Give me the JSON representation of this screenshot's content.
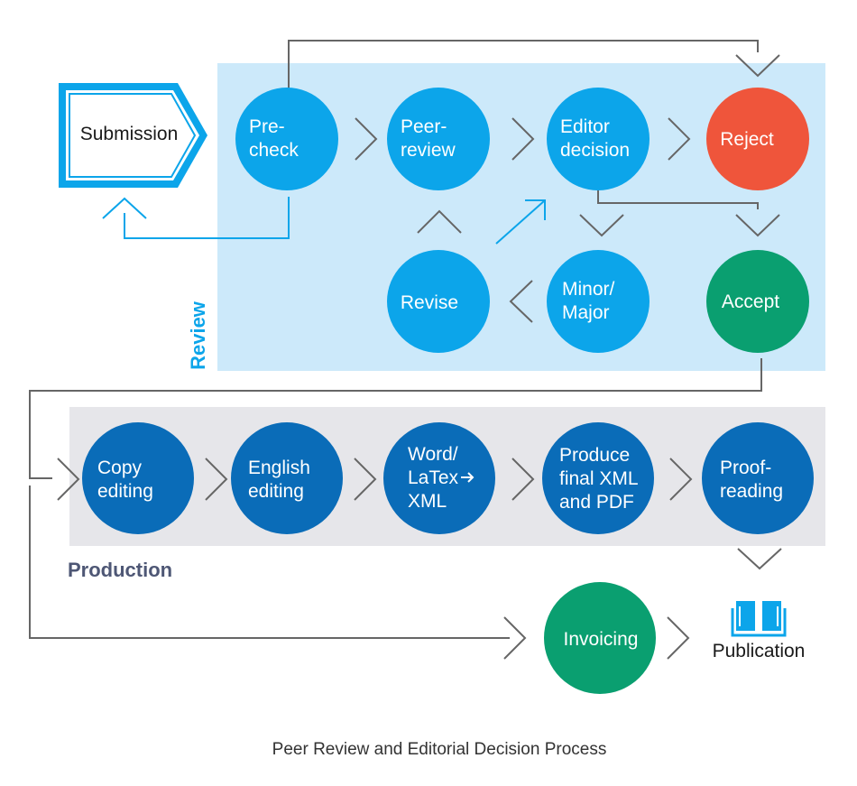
{
  "sections": {
    "review_label": "Review",
    "production_label": "Production"
  },
  "nodes": {
    "submission": [
      "Submission"
    ],
    "precheck": [
      "Pre-",
      "check"
    ],
    "peerreview": [
      "Peer-",
      "review"
    ],
    "editor": [
      "Editor",
      "decision"
    ],
    "reject": [
      "Reject"
    ],
    "accept": [
      "Accept"
    ],
    "minor": [
      "Minor/",
      "Major"
    ],
    "revise": [
      "Revise"
    ],
    "copy": [
      "Copy",
      "editing"
    ],
    "english": [
      "English",
      "editing"
    ],
    "wordxml": [
      "Word/",
      "LaTex",
      "XML"
    ],
    "produce": [
      "Produce",
      "final XML",
      "and PDF"
    ],
    "proof": [
      "Proof-",
      "reading"
    ],
    "invoicing": [
      "Invoicing"
    ],
    "publication": [
      "Publication"
    ]
  },
  "caption": "Peer Review and Editorial Decision Process",
  "colors": {
    "review_bg": "#cce9fa",
    "production_bg": "#e6e6ea",
    "review_node": "#0ca5ea",
    "production_node": "#0a6cb8",
    "reject": "#ef553b",
    "accept": "#0a9f70",
    "connector": "#666666",
    "review_label": "#0ca5ea",
    "production_label": "#4e5775"
  },
  "icons": {
    "publication": "open-book-icon",
    "latex_arrow": "right-arrow-icon"
  }
}
